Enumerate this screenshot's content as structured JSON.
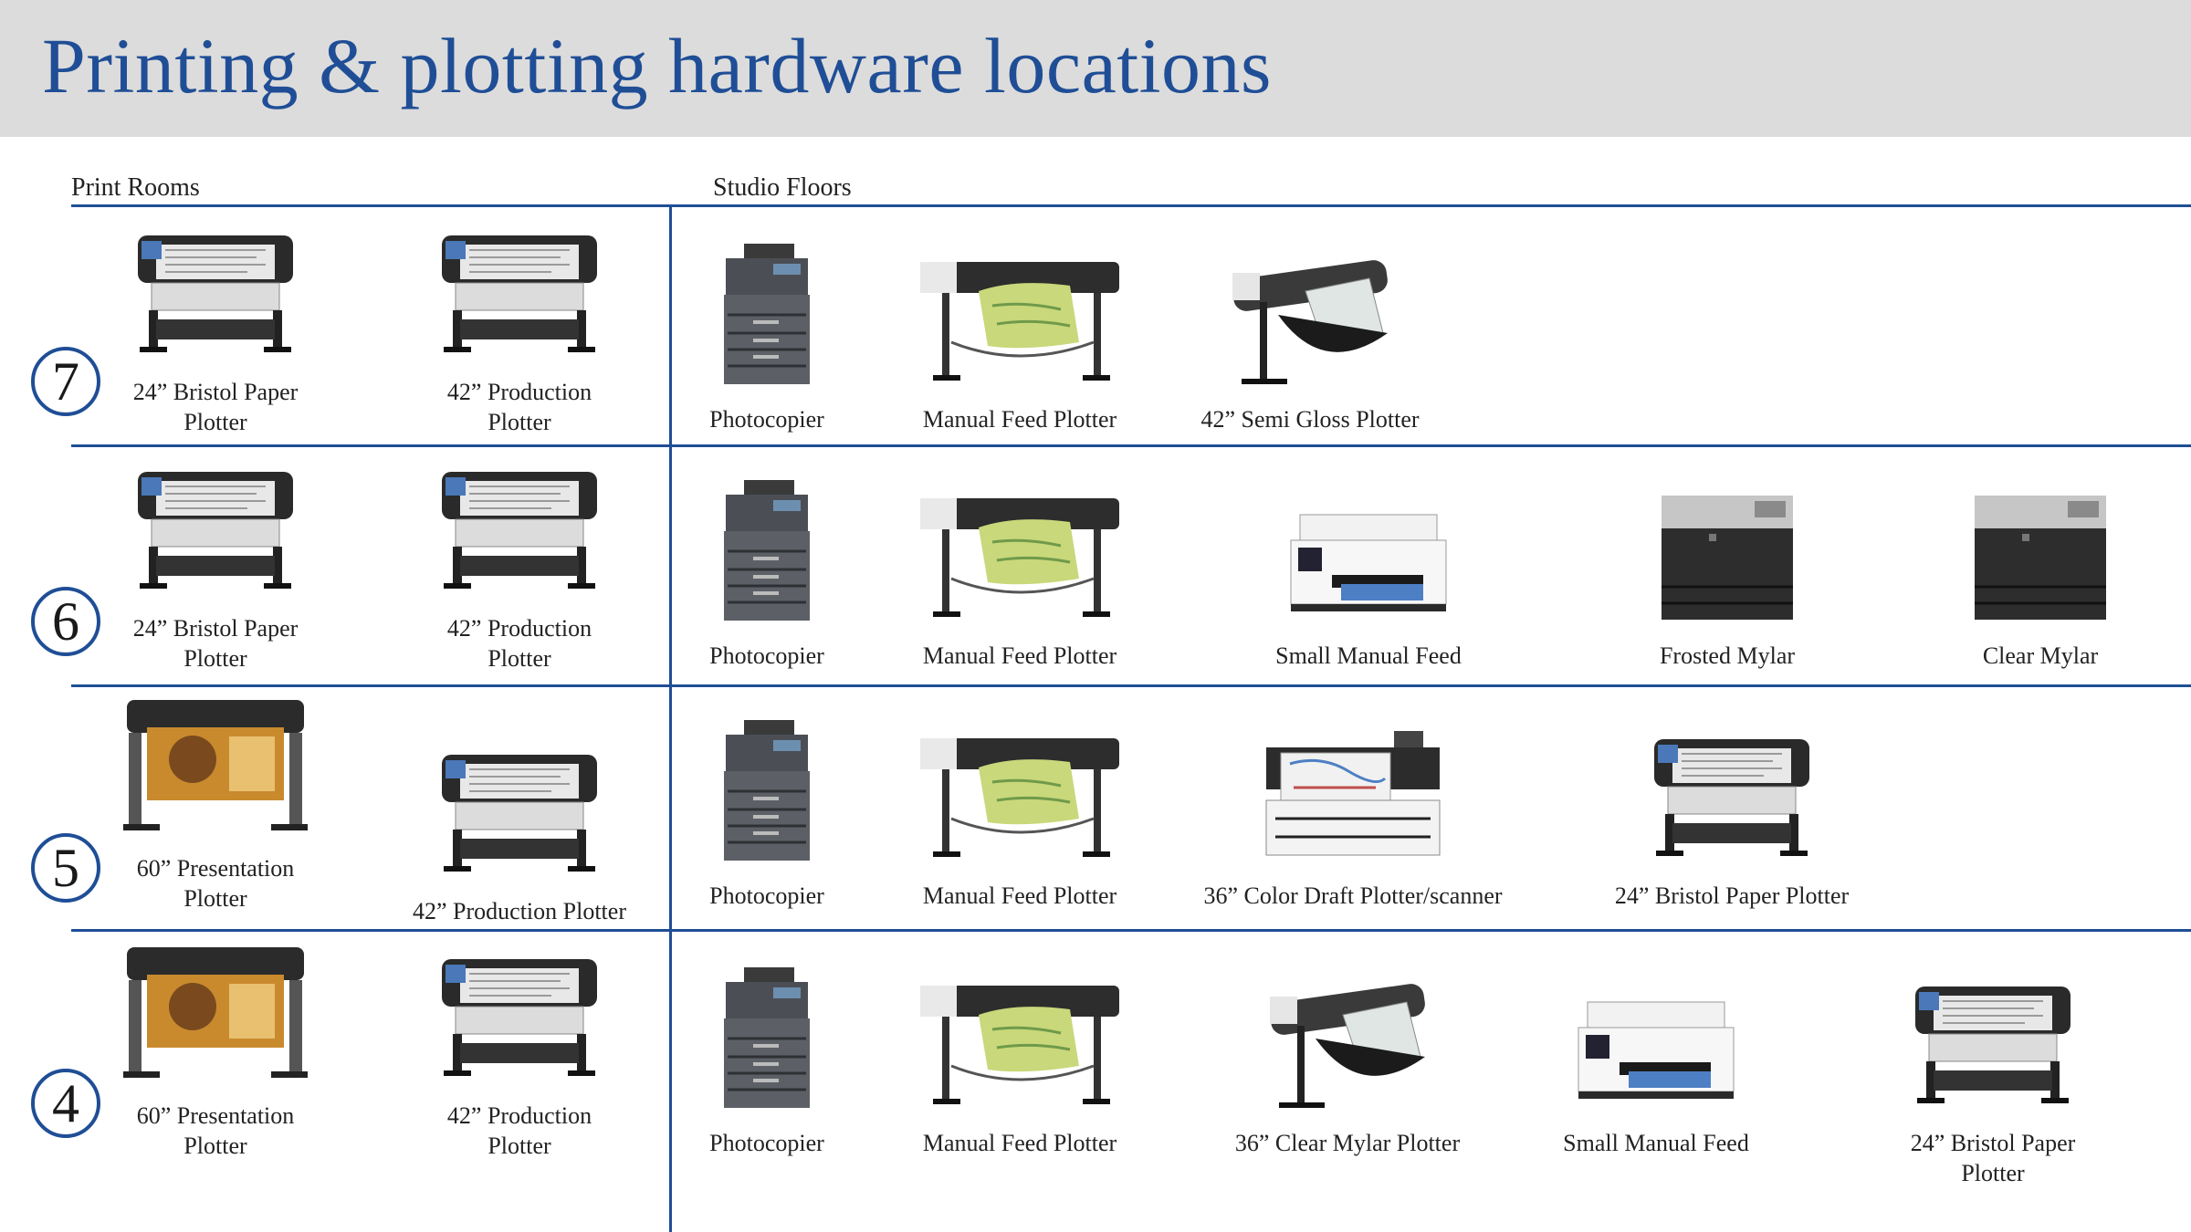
{
  "title": "Printing & plotting hardware locations",
  "sections": {
    "print_rooms": "Print Rooms",
    "studio_floors": "Studio  Floors"
  },
  "colors": {
    "accent": "#1f4e96",
    "title_bar": "#dcdcdc"
  },
  "floors": [
    {
      "number": "7",
      "print_rooms": [
        {
          "icon": "large-plotter-icon",
          "label": "24” Bristol Paper\nPlotter"
        },
        {
          "icon": "large-plotter-icon",
          "label": "42” Production\nPlotter"
        }
      ],
      "studio": [
        {
          "icon": "photocopier-icon",
          "label": "Photocopier"
        },
        {
          "icon": "manual-feed-plotter-icon",
          "label": "Manual Feed Plotter"
        },
        {
          "icon": "semi-gloss-plotter-icon",
          "label": "42” Semi Gloss Plotter"
        }
      ]
    },
    {
      "number": "6",
      "print_rooms": [
        {
          "icon": "large-plotter-icon",
          "label": "24” Bristol Paper\nPlotter"
        },
        {
          "icon": "large-plotter-icon",
          "label": "42” Production\nPlotter"
        }
      ],
      "studio": [
        {
          "icon": "photocopier-icon",
          "label": "Photocopier"
        },
        {
          "icon": "manual-feed-plotter-icon",
          "label": "Manual Feed Plotter"
        },
        {
          "icon": "inkjet-printer-icon",
          "label": "Small Manual Feed"
        },
        {
          "icon": "laser-printer-icon",
          "label": "Frosted Mylar"
        },
        {
          "icon": "laser-printer-icon",
          "label": "Clear Mylar"
        }
      ]
    },
    {
      "number": "5",
      "print_rooms": [
        {
          "icon": "presentation-plotter-icon",
          "label": "60” Presentation\nPlotter"
        },
        {
          "icon": "large-plotter-icon",
          "label": "42” Production Plotter"
        }
      ],
      "studio": [
        {
          "icon": "photocopier-icon",
          "label": "Photocopier"
        },
        {
          "icon": "manual-feed-plotter-icon",
          "label": "Manual Feed Plotter"
        },
        {
          "icon": "color-draft-scanner-icon",
          "label": "36” Color Draft Plotter/scanner"
        },
        {
          "icon": "large-plotter-icon",
          "label": "24” Bristol Paper Plotter"
        }
      ]
    },
    {
      "number": "4",
      "print_rooms": [
        {
          "icon": "presentation-plotter-icon",
          "label": "60” Presentation\nPlotter"
        },
        {
          "icon": "large-plotter-icon",
          "label": "42” Production\nPlotter"
        }
      ],
      "studio": [
        {
          "icon": "photocopier-icon",
          "label": "Photocopier"
        },
        {
          "icon": "manual-feed-plotter-icon",
          "label": "Manual Feed Plotter"
        },
        {
          "icon": "semi-gloss-plotter-icon",
          "label": "36” Clear Mylar Plotter"
        },
        {
          "icon": "inkjet-printer-icon",
          "label": "Small Manual Feed"
        },
        {
          "icon": "large-plotter-icon",
          "label": "24” Bristol Paper Plotter"
        }
      ]
    }
  ]
}
